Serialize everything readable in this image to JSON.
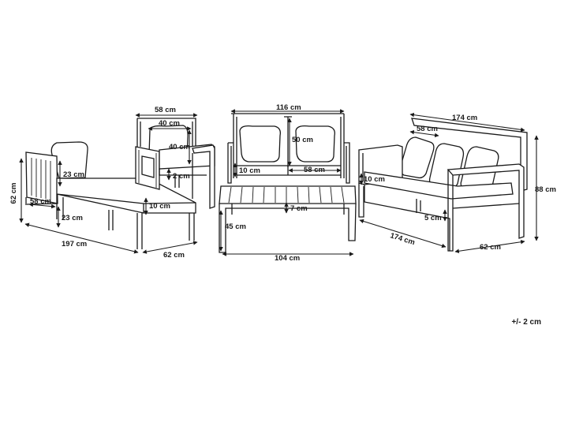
{
  "figure": {
    "title": "",
    "tolerance": "+/- 2 cm",
    "dimensions": {
      "chaise_height": "62 cm",
      "chaise_arm_height": "23 cm",
      "chaise_arm_width": "58 cm",
      "chaise_leg_height": "23 cm",
      "chaise_cushion": "10 cm",
      "chaise_length": "197 cm",
      "chaise_width": "62 cm",
      "chair_outer_width": "58 cm",
      "chair_inner_width": "40 cm",
      "chair_back_height": "40 cm",
      "chair_seat_gap": "2 cm",
      "loveseat_width": "116 cm",
      "loveseat_back_height": "50 cm",
      "loveseat_cushion": "10 cm",
      "loveseat_seat_width": "58 cm",
      "table_thickness": "7 cm",
      "table_height": "45 cm",
      "table_length": "104 cm",
      "sofa_width": "174 cm",
      "sofa_seat_width": "58 cm",
      "sofa_height": "88 cm",
      "sofa_cushion": "10 cm",
      "sofa_leg_gap": "5 cm",
      "sofa_base_length": "174 cm",
      "sofa_depth": "62 cm"
    }
  }
}
